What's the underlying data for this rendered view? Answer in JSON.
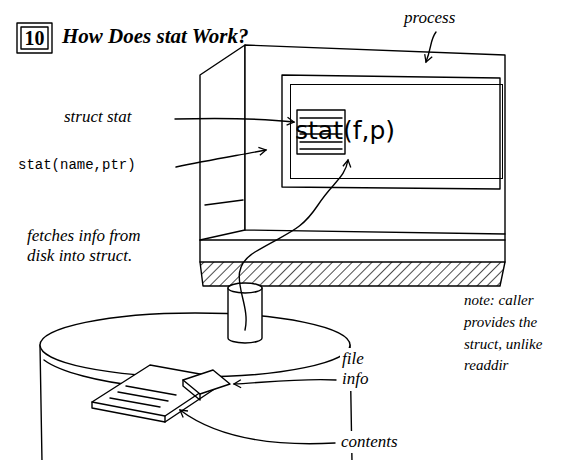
{
  "diagram": {
    "title": "How Does stat Work?",
    "nodes": [
      {
        "text": [
          "stat(f,p)"
        ]
      }
    ],
    "labels": [
      "10",
      "process",
      "struct stat",
      "stat(name,ptr)",
      "fetches info from disk into struct.",
      "file info",
      "note: caller provides the struct, unlike readdir",
      "contents"
    ]
  }
}
